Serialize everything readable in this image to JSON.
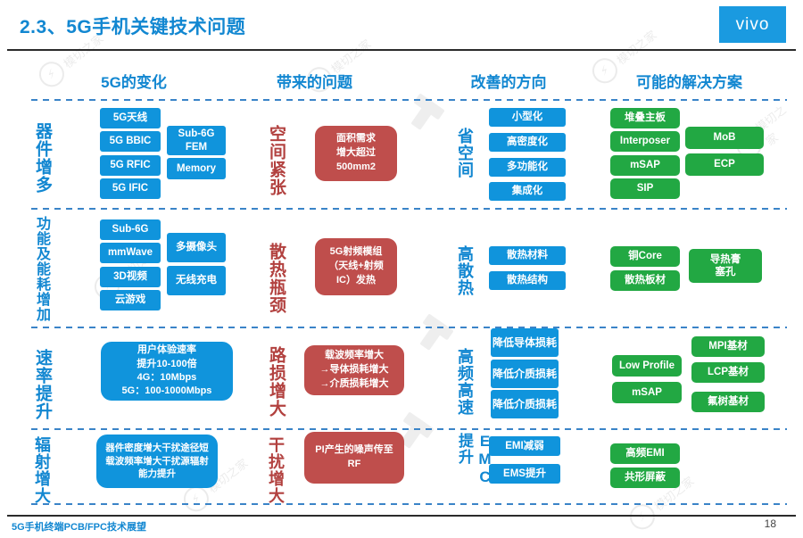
{
  "header": {
    "title": "2.3、5G手机关键技术问题",
    "logo": "vivo"
  },
  "columns": {
    "c1": "5G的变化",
    "c2": "带来的问题",
    "c3": "改善的方向",
    "c4": "可能的解决方案"
  },
  "colors": {
    "accent_blue": "#1287d1",
    "box_blue": "#1094dc",
    "box_green": "#22a843",
    "box_red": "#bf4e4c",
    "label_red": "#b2413f",
    "logo_bg": "#1a9ae0"
  },
  "watermark": "模切之家",
  "r1": {
    "label": "器件增多",
    "a1": "5G天线",
    "a2": "5G BBIC",
    "a3": "5G RFIC",
    "a4": "5G IFIC",
    "b1": "Sub-6G FEM",
    "b2": "Memory",
    "problem": "空间紧张",
    "p1": "面积需求",
    "p2": "增大超过",
    "p3": "500mm2",
    "dir": "省空间",
    "d1": "小型化",
    "d2": "高密度化",
    "d3": "多功能化",
    "d4": "集成化",
    "s1": "堆叠主板",
    "s2": "Interposer",
    "s3": "mSAP",
    "s4": "SIP",
    "t1": "MoB",
    "t2": "ECP"
  },
  "r2": {
    "label": "功能及能耗增加",
    "a1": "Sub-6G",
    "a2": "mmWave",
    "a3": "3D视频",
    "a4": "云游戏",
    "b1": "多摄像头",
    "b2": "无线充电",
    "problem": "散热瓶颈",
    "p1": "5G射频模组",
    "p2": "（天线+射频",
    "p3": "IC）发热",
    "dir": "高散热",
    "d1": "散热材料",
    "d2": "散热结构",
    "s1": "铜Core",
    "s2": "散热板材",
    "t1": "导热膏",
    "t2": "塞孔"
  },
  "r3": {
    "label": "速率提升",
    "big1": "用户体验速率",
    "big2": "提升10-100倍",
    "big3": "4G：10Mbps",
    "big4": "5G：100-1000Mbps",
    "problem": "路损增大",
    "p1": "载波频率增大",
    "p2": "→导体损耗增大",
    "p3": "→介质损耗增大",
    "dir": "高频高速",
    "d1": "降低导体损耗",
    "d2": "降低介质损耗",
    "d3": "降低介质损耗",
    "s1": "Low Profile",
    "s2": "mSAP",
    "t1": "MPI基材",
    "t2": "LCP基材",
    "t3": "氟树基材"
  },
  "r4": {
    "label": "辐射增大",
    "big1": "器件密度增大干扰途径短",
    "big2": "载波频率增大干扰源辐射能力提升",
    "problem": "干扰增大",
    "p1": "PI产生的噪声传至",
    "p2": "RF",
    "dir": "EMC提升",
    "d1": "EMI减弱",
    "d2": "EMS提升",
    "s1": "高频EMI",
    "s2": "共形屏蔽"
  },
  "footer": {
    "text": "5G手机终端PCB/FPC技术展望",
    "page": "18"
  }
}
